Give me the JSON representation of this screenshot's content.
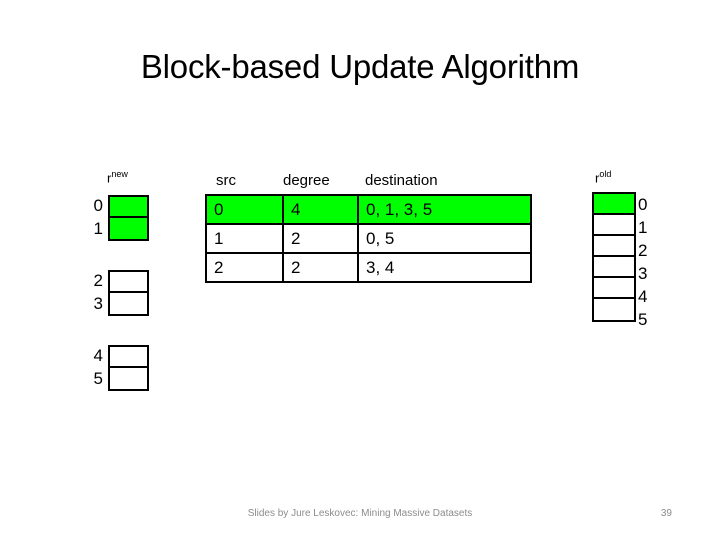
{
  "slide": {
    "title": "Block-based Update Algorithm",
    "background": "#ffffff",
    "highlight_color": "#00ff00",
    "border_color": "#000000"
  },
  "r_new": {
    "label_base": "r",
    "label_sup": "new",
    "blocks": [
      {
        "cells": [
          {
            "index": "0",
            "highlighted": true
          },
          {
            "index": "1",
            "highlighted": true
          }
        ]
      },
      {
        "cells": [
          {
            "index": "2",
            "highlighted": false
          },
          {
            "index": "3",
            "highlighted": false
          }
        ]
      },
      {
        "cells": [
          {
            "index": "4",
            "highlighted": false
          },
          {
            "index": "5",
            "highlighted": false
          }
        ]
      }
    ]
  },
  "edge_table": {
    "headers": {
      "src": "src",
      "degree": "degree",
      "destination": "destination"
    },
    "rows": [
      {
        "src": "0",
        "degree": "4",
        "destination": "0, 1, 3, 5",
        "highlighted": true
      },
      {
        "src": "1",
        "degree": "2",
        "destination": "0, 5",
        "highlighted": false
      },
      {
        "src": "2",
        "degree": "2",
        "destination": "3, 4",
        "highlighted": false
      }
    ]
  },
  "r_old": {
    "label_base": "r",
    "label_sup": "old",
    "cells": [
      {
        "index": "0",
        "highlighted": true
      },
      {
        "index": "1",
        "highlighted": false
      },
      {
        "index": "2",
        "highlighted": false
      },
      {
        "index": "3",
        "highlighted": false
      },
      {
        "index": "4",
        "highlighted": false
      },
      {
        "index": "5",
        "highlighted": false
      }
    ]
  },
  "footer": {
    "credit": "Slides by Jure Leskovec: Mining Massive Datasets",
    "page_number": "39"
  }
}
